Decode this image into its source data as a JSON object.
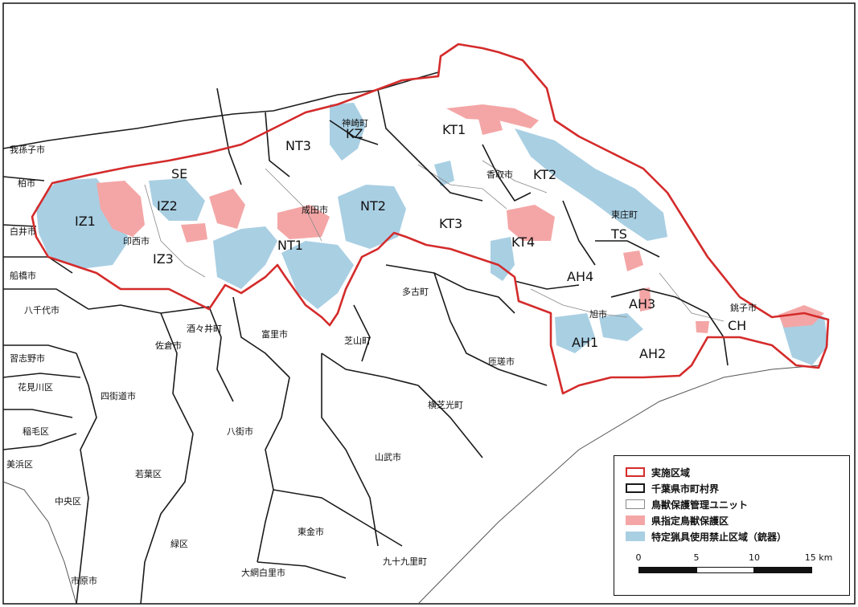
{
  "map": {
    "colors": {
      "implementation_area": "#d42b2b",
      "municipal_boundary": "#1a1a1a",
      "management_unit": "#888888",
      "sanctuary": "#f4a6a6",
      "gun_ban": "#a9cfe3"
    },
    "municipalities": [
      {
        "id": "abiko",
        "label": "我孫子市"
      },
      {
        "id": "kashiwa",
        "label": "柏市"
      },
      {
        "id": "shiroi",
        "label": "白井市"
      },
      {
        "id": "funabashi",
        "label": "船橋市"
      },
      {
        "id": "yachiyo",
        "label": "八千代市"
      },
      {
        "id": "narashino",
        "label": "習志野市"
      },
      {
        "id": "hanamigawa",
        "label": "花見川区"
      },
      {
        "id": "inage",
        "label": "稲毛区"
      },
      {
        "id": "mihama",
        "label": "美浜区"
      },
      {
        "id": "chuo",
        "label": "中央区"
      },
      {
        "id": "ichihara",
        "label": "市原市"
      },
      {
        "id": "midori",
        "label": "緑区"
      },
      {
        "id": "wakaba",
        "label": "若葉区"
      },
      {
        "id": "yotsukaido",
        "label": "四街道市"
      },
      {
        "id": "sakura",
        "label": "佐倉市"
      },
      {
        "id": "shisui",
        "label": "酒々井町"
      },
      {
        "id": "inzai",
        "label": "印西市"
      },
      {
        "id": "narita",
        "label": "成田市"
      },
      {
        "id": "kozaki",
        "label": "神崎町"
      },
      {
        "id": "katori",
        "label": "香取市"
      },
      {
        "id": "tonosho",
        "label": "東庄町"
      },
      {
        "id": "asahi",
        "label": "旭市"
      },
      {
        "id": "choshi",
        "label": "銚子市"
      },
      {
        "id": "tako",
        "label": "多古町"
      },
      {
        "id": "sosa",
        "label": "匝瑳市"
      },
      {
        "id": "tomisato",
        "label": "富里市"
      },
      {
        "id": "shibayama",
        "label": "芝山町"
      },
      {
        "id": "yokoshibahikari",
        "label": "横芝光町"
      },
      {
        "id": "sanmu",
        "label": "山武市"
      },
      {
        "id": "yachimata",
        "label": "八街市"
      },
      {
        "id": "togane",
        "label": "東金市"
      },
      {
        "id": "oamishirasato",
        "label": "大網白里市"
      },
      {
        "id": "kujukuri",
        "label": "九十九里町"
      }
    ],
    "units": [
      "IZ1",
      "IZ2",
      "IZ3",
      "SE",
      "NT1",
      "NT2",
      "NT3",
      "KZ",
      "KT1",
      "KT2",
      "KT3",
      "KT4",
      "TS",
      "AH1",
      "AH2",
      "AH3",
      "AH4",
      "CH"
    ]
  },
  "legend": {
    "items": [
      {
        "label": "実施区域",
        "kind": "implementation_area"
      },
      {
        "label": "千葉県市町村界",
        "kind": "municipal_boundary"
      },
      {
        "label": "鳥獣保護管理ユニット",
        "kind": "management_unit"
      },
      {
        "label": "県指定鳥獣保護区",
        "kind": "sanctuary"
      },
      {
        "label": "特定猟具使用禁止区域（銃器）",
        "kind": "gun_ban"
      }
    ],
    "scale": {
      "ticks": [
        "0",
        "5",
        "10",
        "15 km"
      ]
    }
  }
}
